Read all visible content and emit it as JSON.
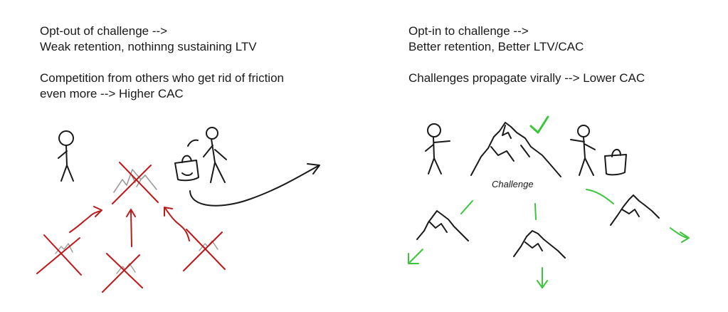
{
  "left": {
    "line1": "Opt-out of challenge -->",
    "line2": "Weak retention, nothinng sustaining LTV",
    "line3": "Competition from others who get rid of friction",
    "line4": "even more --> Higher CAC"
  },
  "right": {
    "line1": "Opt-in to challenge -->",
    "line2": "Better retention, Better LTV/CAC",
    "line3": "Challenges propagate virally --> Lower CAC",
    "challenge_label": "Challenge"
  },
  "colors": {
    "ink": "#1a1a1a",
    "cross_red": "#c0181a",
    "arrow_red": "#b81c1c",
    "faded_mountain": "#9a9a9a",
    "green": "#3cc53c"
  },
  "icons": [
    "stick-figure-icon",
    "shopping-bag-icon",
    "mountain-icon",
    "checkmark-icon",
    "cross-out-icon",
    "arrow-icon"
  ]
}
